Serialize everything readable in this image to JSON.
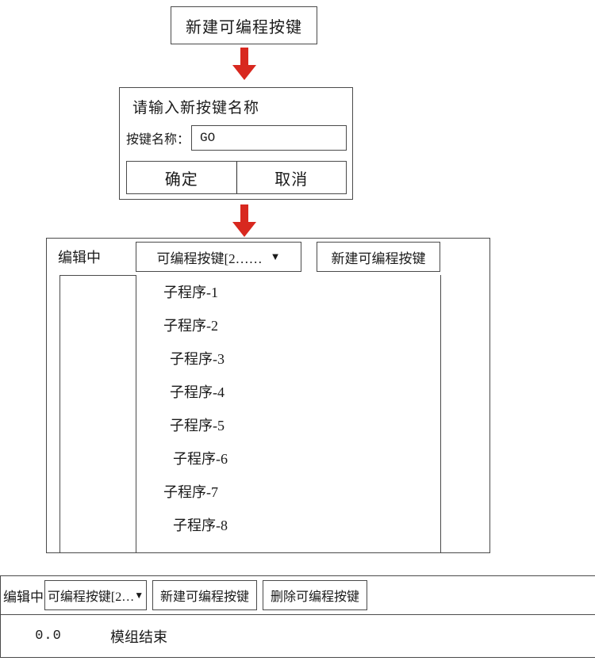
{
  "step1": {
    "title": "新建可编程按键"
  },
  "arrows": {
    "color": "#d8281f",
    "icon": "arrow-down-icon"
  },
  "dialog": {
    "title": "请输入新按键名称",
    "field_label": "按键名称：",
    "input_value": "GO",
    "input_placeholder": "",
    "confirm_label": "确定",
    "cancel_label": "取消"
  },
  "main_panel": {
    "status_label": "编辑中",
    "dropdown_text": "可编程按键[2……",
    "dropdown_caret": "▼",
    "new_button_label": "新建可编程按键",
    "list_items": [
      "子程序-1",
      "子程序-2",
      "子程序-3",
      "子程序-4",
      "子程序-5",
      "子程序-6",
      "子程序-7",
      "子程序-8"
    ]
  },
  "bottom": {
    "status_label": "编辑中",
    "dropdown_text": "可编程按键[2…",
    "dropdown_caret": "▼",
    "new_button_label": "新建可编程按键",
    "delete_button_label": "删除可编程按键",
    "row": {
      "value": "0.0",
      "label": "模组结束"
    }
  }
}
